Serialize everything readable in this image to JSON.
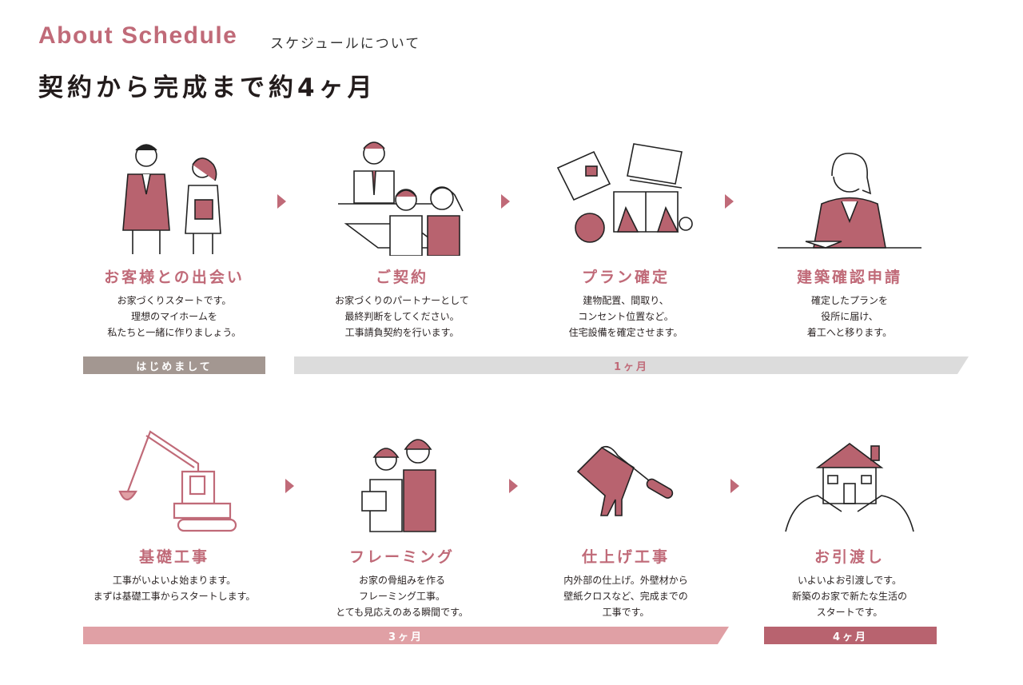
{
  "header": {
    "title_en": "About Schedule",
    "title_ja": "スケジュールについて",
    "headline": "契約から完成まで約4ヶ月"
  },
  "steps": [
    {
      "title": "お客様との出会い",
      "lines": [
        "お家づくりスタートです。",
        "理想のマイホームを",
        "私たちと一緒に作りましょう。"
      ],
      "icon": "meeting-people-icon"
    },
    {
      "title": "ご契約",
      "lines": [
        "お家づくりのパートナーとして",
        "最終判断をしてください。",
        "工事請負契約を行います。"
      ],
      "icon": "contract-meeting-icon"
    },
    {
      "title": "プラン確定",
      "lines": [
        "建物配置、間取り、",
        "コンセント位置など。",
        "住宅設備を確定させます。"
      ],
      "icon": "planning-desk-icon"
    },
    {
      "title": "建築確認申請",
      "lines": [
        "確定したプランを",
        "役所に届け、",
        "着工へと移ります。"
      ],
      "icon": "clerk-desk-icon"
    },
    {
      "title": "基礎工事",
      "lines": [
        "工事がいよいよ始まります。",
        "まずは基礎工事からスタートします。",
        ""
      ],
      "icon": "excavator-icon"
    },
    {
      "title": "フレーミング",
      "lines": [
        "お家の骨組みを作る",
        "フレーミング工事。",
        "とても見応えのある瞬間です。"
      ],
      "icon": "workers-icon"
    },
    {
      "title": "仕上げ工事",
      "lines": [
        "内外部の仕上げ。外壁材から",
        "壁紙クロスなど、完成までの",
        "工事です。"
      ],
      "icon": "paint-roller-icon"
    },
    {
      "title": "お引渡し",
      "lines": [
        "いよいよお引渡しです。",
        "新築のお家で新たな生活の",
        "スタートです。"
      ],
      "icon": "house-in-hands-icon"
    }
  ],
  "bars": {
    "intro": "はじめまして",
    "month1": "1ヶ月",
    "month3": "3ヶ月",
    "month4": "4ヶ月"
  },
  "colors": {
    "accent": "#c06a78",
    "bar_gray": "#a39791",
    "bar_light": "#dcdcdc",
    "bar_pink": "#e0a0a5",
    "bar_dark": "#b8636f"
  }
}
